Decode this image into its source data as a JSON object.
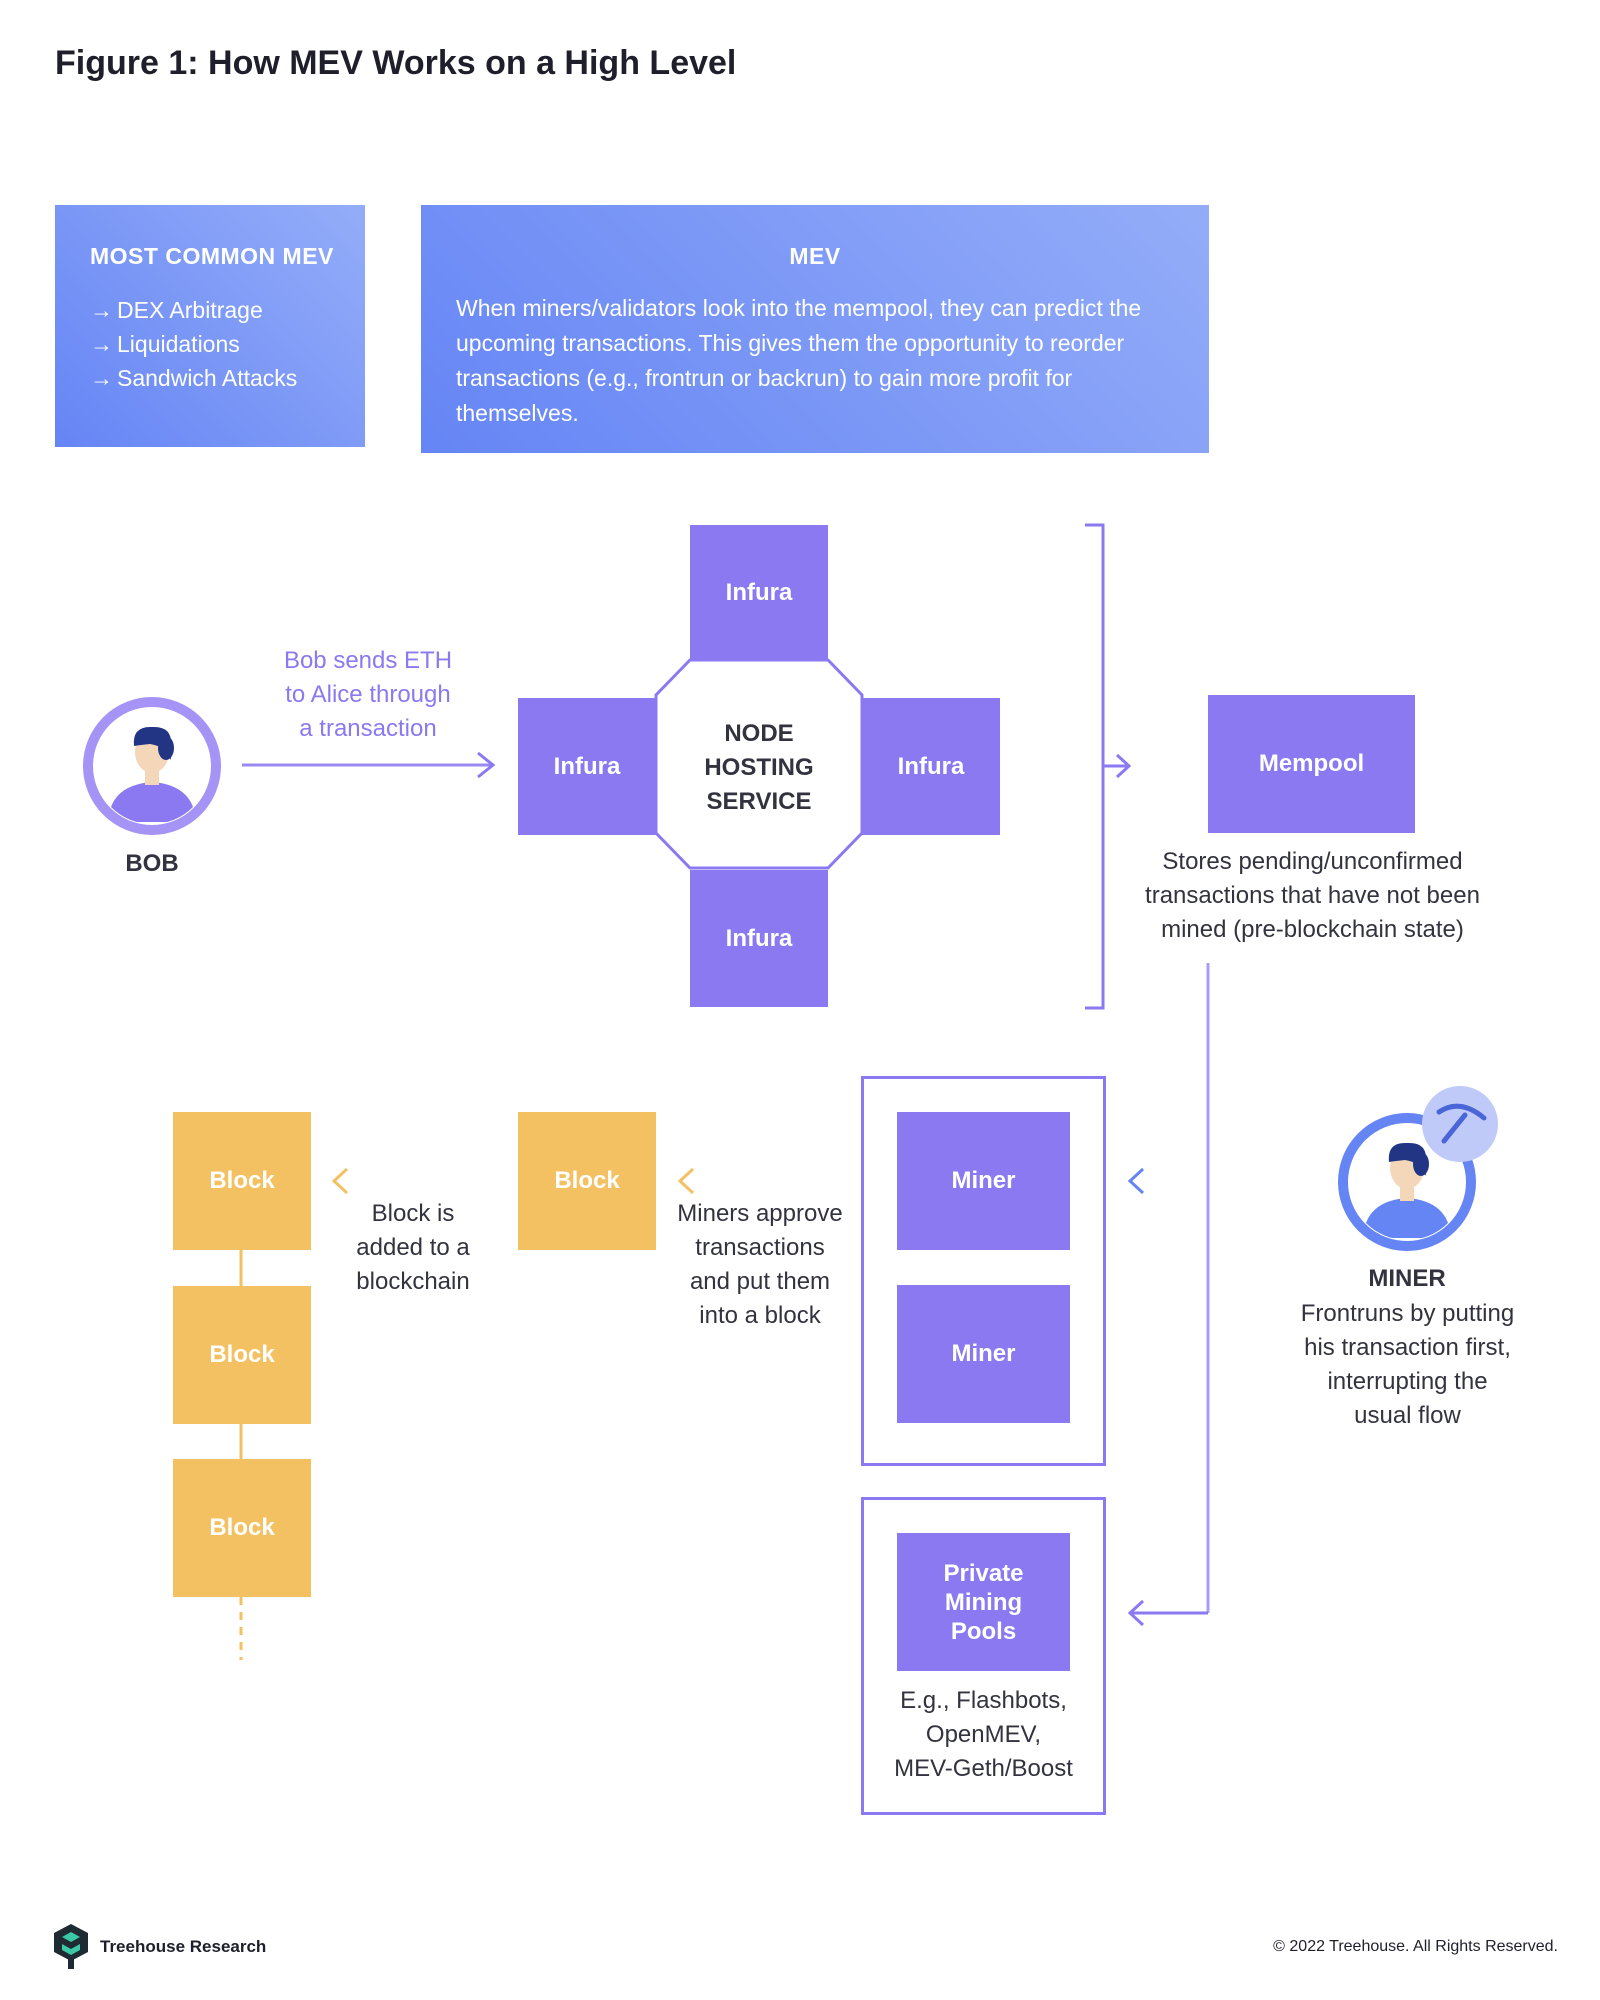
{
  "figure_title": "Figure 1: How MEV Works on a High Level",
  "most_common_mev": {
    "heading": "MOST COMMON MEV",
    "items": [
      "DEX Arbitrage",
      "Liquidations",
      "Sandwich Attacks"
    ]
  },
  "mev": {
    "heading": "MEV",
    "description": "When miners/validators look into the mempool, they can predict the upcoming transactions. This gives them the opportunity to reorder transactions (e.g., frontrun or backrun) to gain more profit for themselves."
  },
  "bob": {
    "name": "BOB",
    "action_line1": "Bob sends ETH",
    "action_line2": "to Alice through",
    "action_line3": "a transaction"
  },
  "node_hosting": {
    "center_line1": "NODE",
    "center_line2": "HOSTING",
    "center_line3": "SERVICE",
    "top": "Infura",
    "left": "Infura",
    "right": "Infura",
    "bottom": "Infura"
  },
  "mempool": {
    "label": "Mempool",
    "desc_line1": "Stores pending/unconfirmed",
    "desc_line2": "transactions that have not been",
    "desc_line3": "mined (pre-blockchain state)"
  },
  "miner_actor": {
    "name": "MINER",
    "desc_line1": "Frontruns by putting",
    "desc_line2": "his transaction first,",
    "desc_line3": "interrupting the",
    "desc_line4": "usual flow"
  },
  "miners_group": {
    "miner1": "Miner",
    "miner2": "Miner"
  },
  "private_pools": {
    "label_line1": "Private",
    "label_line2": "Mining",
    "label_line3": "Pools",
    "examples_line1": "E.g., Flashbots,",
    "examples_line2": "OpenMEV,",
    "examples_line3": "MEV-Geth/Boost"
  },
  "pending_block": {
    "label": "Block",
    "caption_line1": "Miners approve",
    "caption_line2": "transactions",
    "caption_line3": "and put them",
    "caption_line4": "into a block"
  },
  "blockchain": {
    "blocks": [
      "Block",
      "Block",
      "Block"
    ],
    "caption_line1": "Block is",
    "caption_line2": "added to a",
    "caption_line3": "blockchain"
  },
  "footer": {
    "brand": "Treehouse Research",
    "copyright": "© 2022 Treehouse. All Rights Reserved."
  },
  "colors": {
    "purple": "#8a79f0",
    "blue_gradient_start": "#6585f5",
    "blue_gradient_end": "#94adf8",
    "yellow": "#f3c162",
    "text": "#2e2e3a"
  },
  "icons": [
    "arrow-right-icon",
    "person-avatar-icon",
    "pickaxe-icon",
    "treehouse-logo-icon"
  ]
}
